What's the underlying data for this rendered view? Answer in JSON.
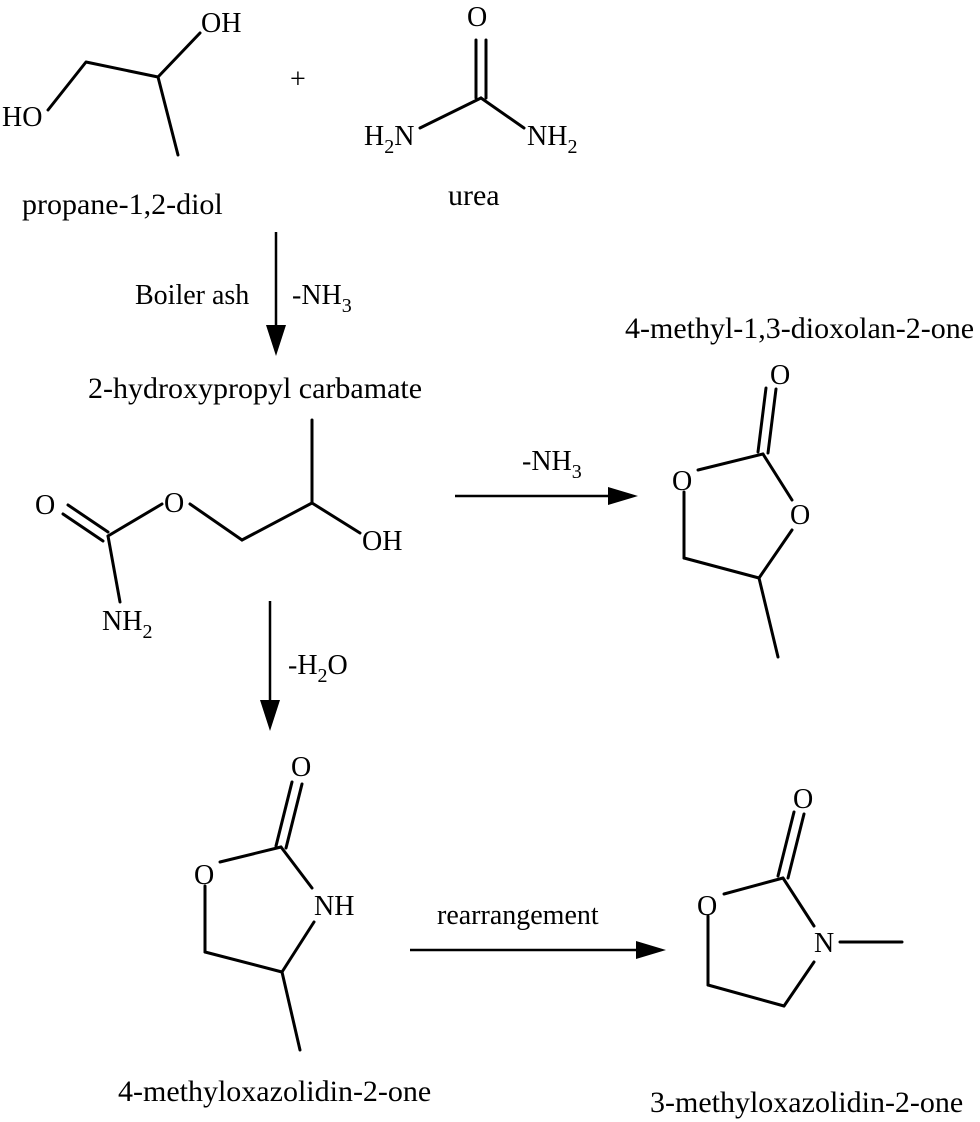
{
  "compounds": {
    "propanediol": {
      "name": "propane-1,2-diol",
      "OH_top": "OH",
      "HO_left": "HO"
    },
    "urea": {
      "name": "urea",
      "O": "O",
      "H2N_H": "H",
      "H2N_sub": "2",
      "H2N_N": "N",
      "NH2_N": "N",
      "NH2_H": "H",
      "NH2_sub": "2"
    },
    "carbamate": {
      "name": "2-hydroxypropyl carbamate",
      "O_carbonyl": "O",
      "O_ester": "O",
      "OH": "OH",
      "NH2_N": "NH",
      "NH2_sub": "2"
    },
    "dioxolanone": {
      "name": "4-methyl-1,3-dioxolan-2-one",
      "O_carbonyl": "O",
      "O_left": "O",
      "O_right": "O"
    },
    "methyloxazolidinone_4": {
      "name": "4-methyloxazolidin-2-one",
      "O_carbonyl": "O",
      "O_ring": "O",
      "NH": "NH"
    },
    "methyloxazolidinone_3": {
      "name": "3-methyloxazolidin-2-one",
      "O_carbonyl": "O",
      "O_ring": "O",
      "N": "N"
    }
  },
  "plus_sign": "+",
  "reactions": {
    "step1": {
      "catalyst": "Boiler ash",
      "byproduct_prefix": "-NH",
      "byproduct_sub": "3"
    },
    "step2": {
      "byproduct_prefix": "-NH",
      "byproduct_sub": "3"
    },
    "step3": {
      "byproduct_prefix": "-H",
      "byproduct_sub": "2",
      "byproduct_suffix": "O"
    },
    "step4": {
      "label": "rearrangement"
    }
  }
}
